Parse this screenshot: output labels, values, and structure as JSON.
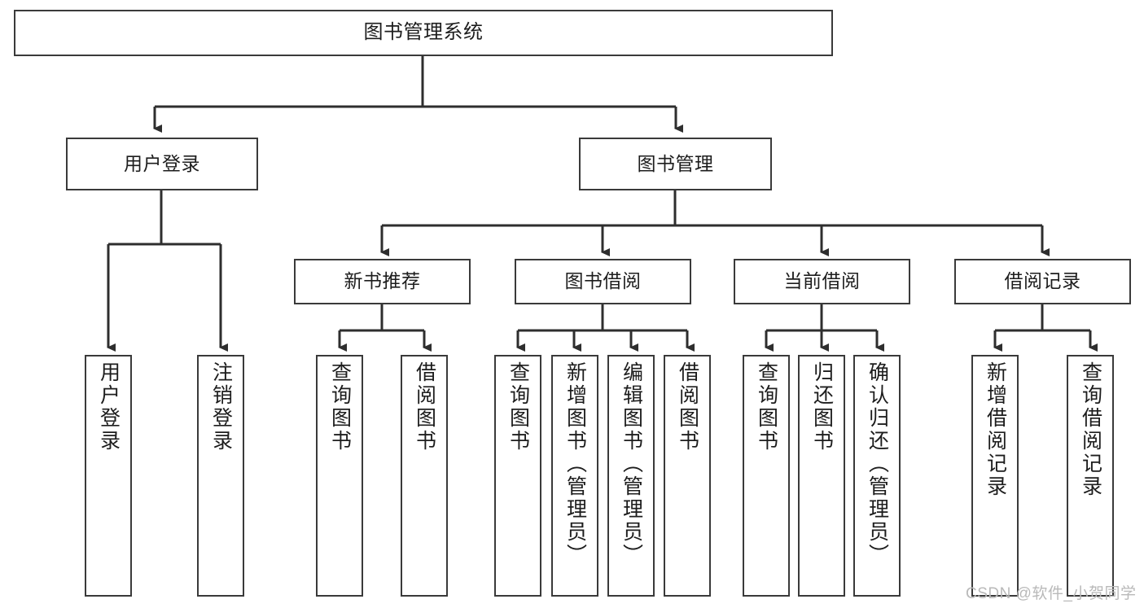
{
  "diagram": {
    "title": "图书管理系统",
    "type": "tree-hierarchy-diagram",
    "colors": {
      "box_border": "#3a3a3a",
      "box_fill": "#ffffff",
      "connector": "#2e2e2e",
      "text": "#1d1d1d",
      "watermark": "#b9b9b9",
      "background": "#ffffff"
    },
    "root": {
      "label": "图书管理系统"
    },
    "level2": [
      {
        "label": "用户登录"
      },
      {
        "label": "图书管理"
      }
    ],
    "level3": [
      {
        "label": "新书推荐"
      },
      {
        "label": "图书借阅"
      },
      {
        "label": "当前借阅"
      },
      {
        "label": "借阅记录"
      }
    ],
    "leaves": {
      "user_login": [
        {
          "label": "用户登录"
        },
        {
          "label": "注销登录"
        }
      ],
      "new_book_recommend": [
        {
          "label": "查询图书"
        },
        {
          "label": "借阅图书"
        }
      ],
      "book_borrow": [
        {
          "label": "查询图书"
        },
        {
          "label": "新增图书（管理员）"
        },
        {
          "label": "编辑图书（管理员）"
        },
        {
          "label": "借阅图书"
        }
      ],
      "current_borrow": [
        {
          "label": "查询图书"
        },
        {
          "label": "归还图书"
        },
        {
          "label": "确认归还（管理员）"
        }
      ],
      "borrow_record": [
        {
          "label": "新增借阅记录"
        },
        {
          "label": "查询借阅记录"
        }
      ]
    },
    "watermark": "CSDN @软件_小贺同学"
  }
}
